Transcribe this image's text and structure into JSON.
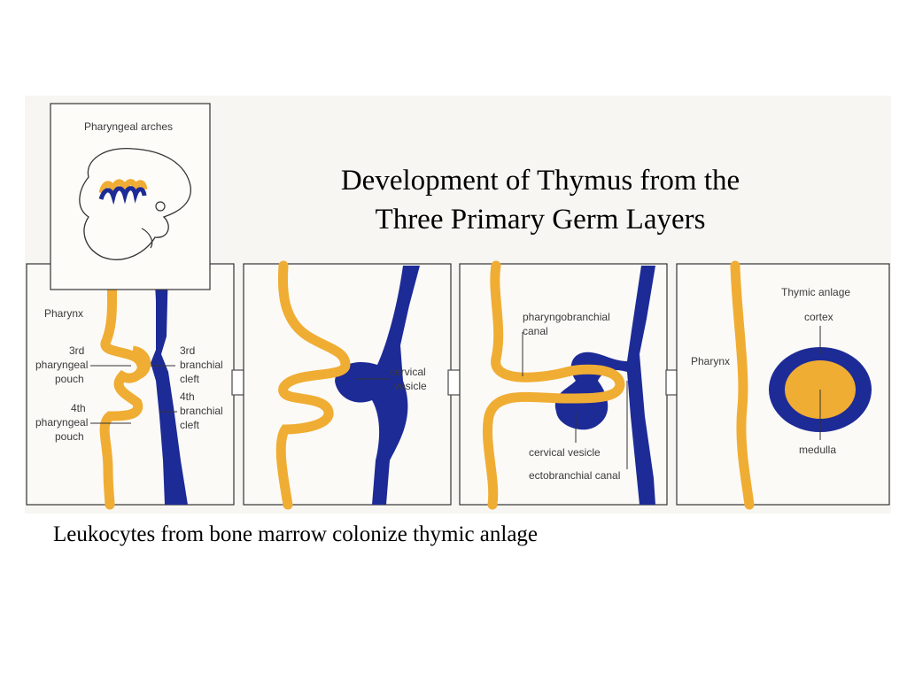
{
  "title": {
    "line1": "Development of Thymus from the",
    "line2": "Three Primary Germ Layers"
  },
  "caption": "Leukocytes from bone marrow colonize thymic anlage",
  "colors": {
    "endoderm": "#f0ad33",
    "ectoderm": "#1d2b97",
    "panel_bg": "#fbfaf7",
    "outline": "#333333"
  },
  "inset": {
    "label": "Pharyngeal arches"
  },
  "panel1": {
    "pharynx": "Pharynx",
    "p3_line1": "3rd",
    "p3_line2": "pharyngeal",
    "p3_line3": "pouch",
    "p4_line1": "4th",
    "p4_line2": "pharyngeal",
    "p4_line3": "pouch",
    "c3_line1": "3rd",
    "c3_line2": "branchial",
    "c3_line3": "cleft",
    "c4_line1": "4th",
    "c4_line2": "branchial",
    "c4_line3": "cleft"
  },
  "panel2": {
    "vesicle_line1": "cervical",
    "vesicle_line2": "vesicle"
  },
  "panel3": {
    "canal_line1": "pharyngobranchial",
    "canal_line2": "canal",
    "cervical_vesicle": "cervical  vesicle",
    "ectobranchial_canal": "ectobranchial  canal"
  },
  "panel4": {
    "anlage": "Thymic  anlage",
    "cortex": "cortex",
    "pharynx": "Pharynx",
    "medulla": "medulla"
  }
}
